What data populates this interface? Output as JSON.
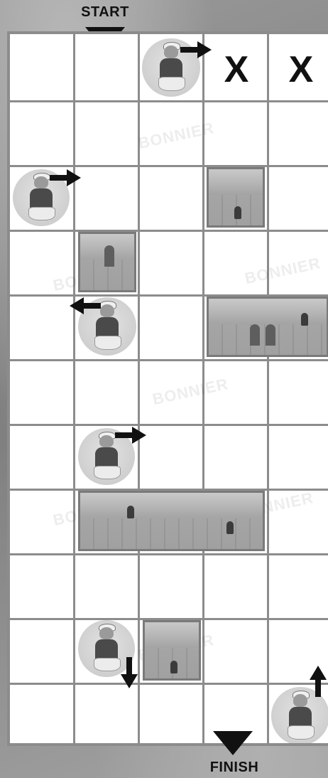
{
  "labels": {
    "start": "START",
    "finish": "FINISH"
  },
  "board": {
    "cols": 5,
    "rows": 11,
    "blocked_marks": [
      "X",
      "X"
    ]
  },
  "watermark": "BONNIER",
  "pieces": [
    {
      "name": "vizier-top",
      "direction": "right"
    },
    {
      "name": "guard-scimitar-left",
      "direction": "right"
    },
    {
      "name": "guard-mid",
      "direction": "left"
    },
    {
      "name": "guard-sword-lower",
      "direction": "right"
    },
    {
      "name": "guard-fat",
      "direction": "down"
    },
    {
      "name": "guard-finish",
      "direction": "up"
    }
  ],
  "colors": {
    "grid": "#8c8c8c",
    "ink": "#111111",
    "cell": "#ffffff"
  }
}
